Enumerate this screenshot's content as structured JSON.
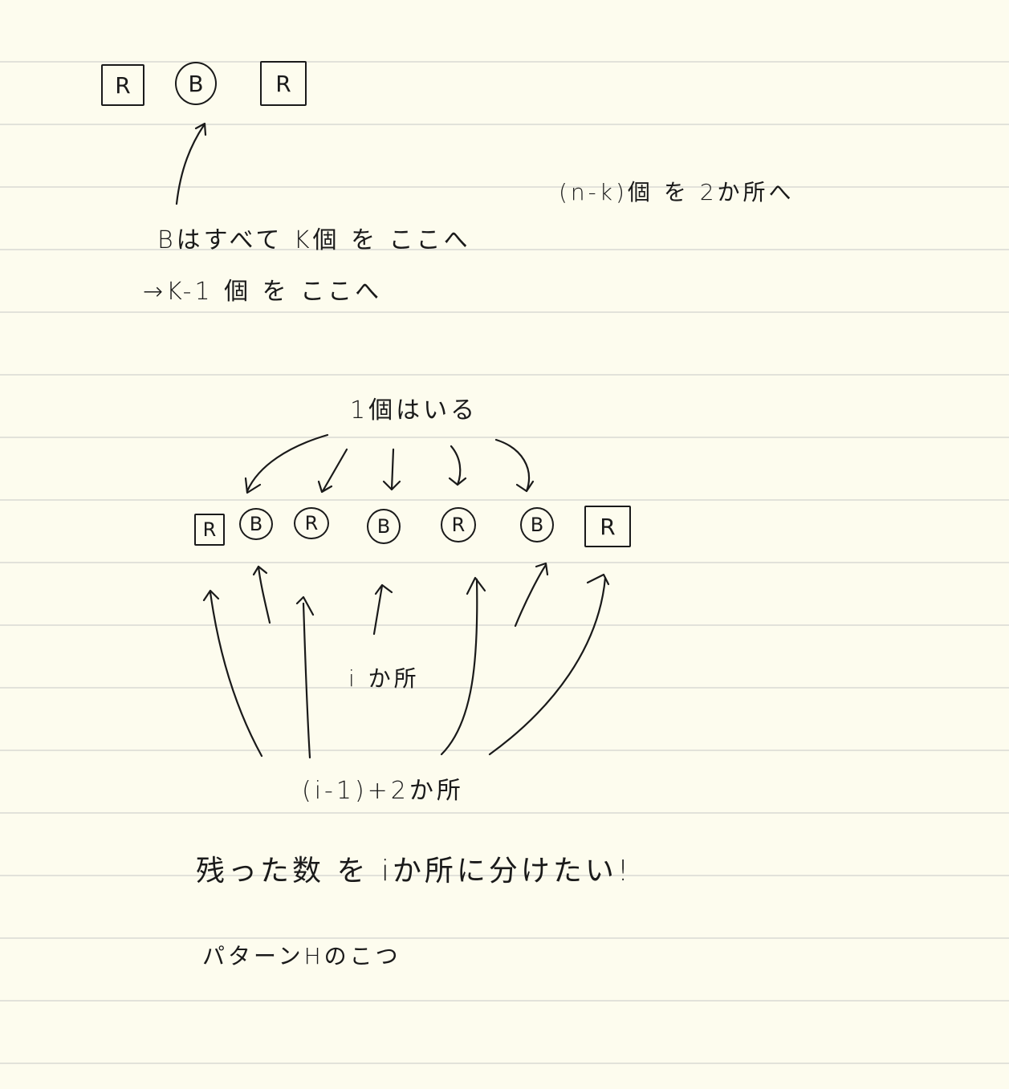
{
  "notes": {
    "top_tokens": [
      "R",
      "B",
      "R"
    ],
    "top_text_line1": "Bはすべて K個 を ここへ",
    "top_text_line2": "→K-1 個 を ここへ",
    "right_text": "(n-k)個 を 2か所へ",
    "middle_label": "1個はいる",
    "middle_tokens": [
      "R",
      "B",
      "R",
      "B",
      "R",
      "B",
      "R"
    ],
    "i_places": "i か所",
    "bottom_places": "(i-1)+2か所",
    "conclusion": "残った数 を iか所に分けたい!",
    "pattern": "パターンHのこつ"
  }
}
